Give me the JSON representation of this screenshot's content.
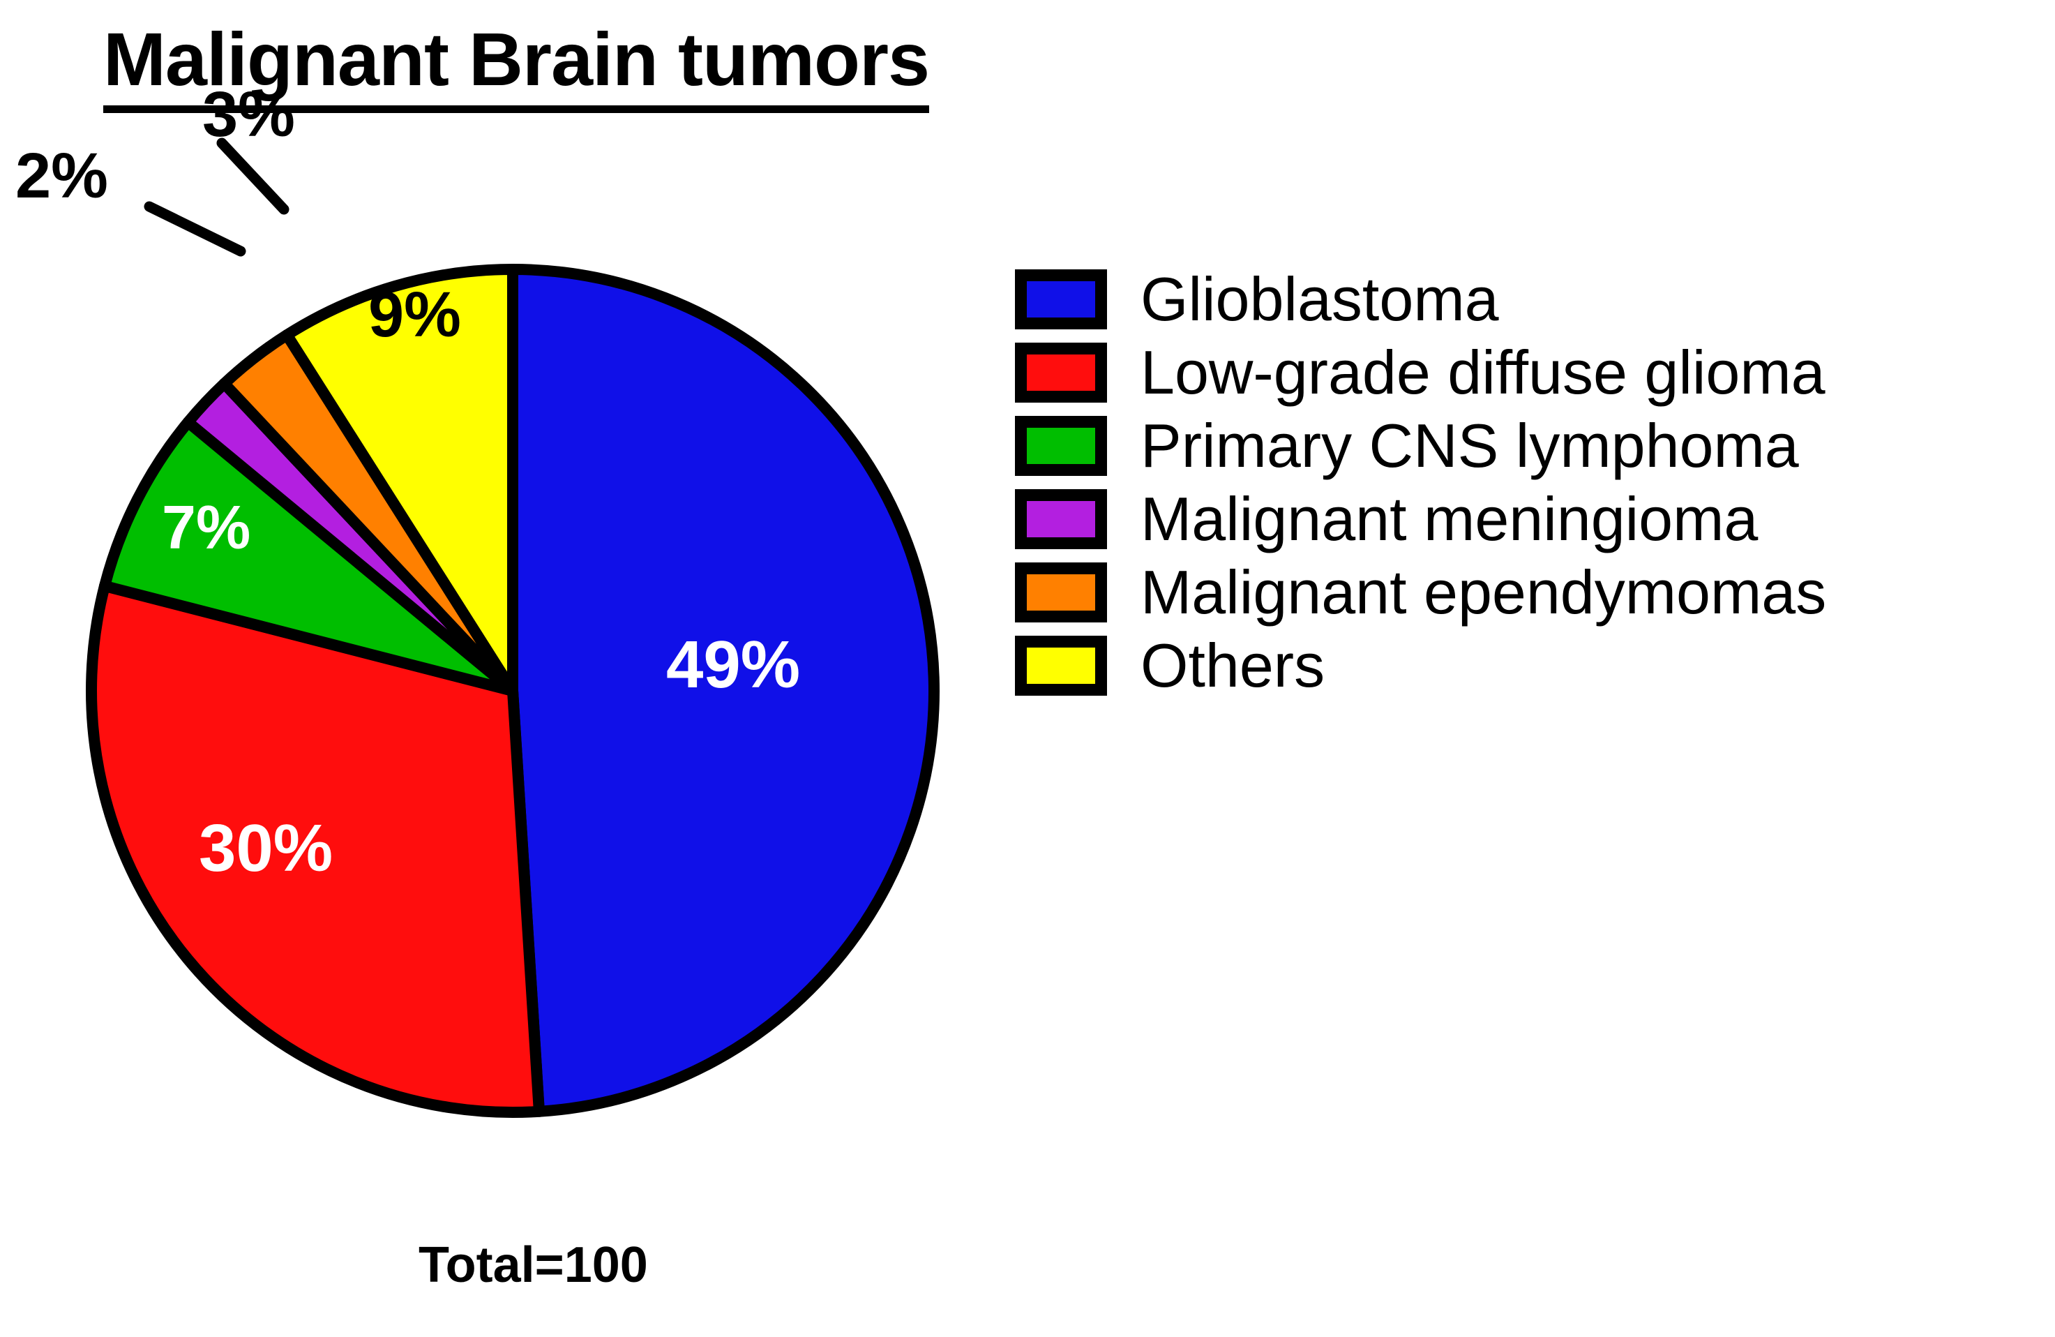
{
  "title": "Malignant Brain tumors",
  "total_caption": "Total=100",
  "chart_data": {
    "type": "pie",
    "title": "Malignant Brain tumors",
    "subtitle": "",
    "xlabel": "",
    "ylabel": "",
    "total": 100,
    "total_label": "Total=100",
    "units": "percent",
    "start_angle_deg": 0,
    "direction": "clockwise",
    "legend_position": "right",
    "grid": false,
    "categories": [
      "Glioblastoma",
      "Low-grade diffuse glioma",
      "Primary CNS lymphoma",
      "Malignant meningioma",
      "Malignant ependymomas",
      "Others"
    ],
    "values": [
      49,
      30,
      7,
      2,
      3,
      9
    ],
    "value_labels": [
      "49%",
      "30%",
      "7%",
      "2%",
      "3%",
      "9%"
    ],
    "colors": [
      "#1010E8",
      "#FF0D0D",
      "#00BE00",
      "#B31FE0",
      "#FF8000",
      "#FFFF00"
    ],
    "label_text_colors": [
      "#FFFFFF",
      "#FFFFFF",
      "#FFFFFF",
      "#000000",
      "#000000",
      "#000000"
    ],
    "label_placement": [
      "inside",
      "inside",
      "inside",
      "callout",
      "callout",
      "inside"
    ],
    "slice_outline_color": "#000000",
    "slices": [
      {
        "name": "Glioblastoma",
        "value": 49,
        "label": "49%",
        "color": "#1010E8"
      },
      {
        "name": "Low-grade diffuse glioma",
        "value": 30,
        "label": "30%",
        "color": "#FF0D0D"
      },
      {
        "name": "Primary CNS lymphoma",
        "value": 7,
        "label": "7%",
        "color": "#00BE00"
      },
      {
        "name": "Malignant meningioma",
        "value": 2,
        "label": "2%",
        "color": "#B31FE0"
      },
      {
        "name": "Malignant ependymomas",
        "value": 3,
        "label": "3%",
        "color": "#FF8000"
      },
      {
        "name": "Others",
        "value": 9,
        "label": "9%",
        "color": "#FFFF00"
      }
    ]
  },
  "legend": {
    "items": [
      {
        "label": "Glioblastoma",
        "color": "#1010E8"
      },
      {
        "label": "Low-grade diffuse glioma",
        "color": "#FF0D0D"
      },
      {
        "label": "Primary CNS lymphoma",
        "color": "#00BE00"
      },
      {
        "label": "Malignant meningioma",
        "color": "#B31FE0"
      },
      {
        "label": "Malignant ependymomas",
        "color": "#FF8000"
      },
      {
        "label": "Others",
        "color": "#FFFF00"
      }
    ]
  }
}
